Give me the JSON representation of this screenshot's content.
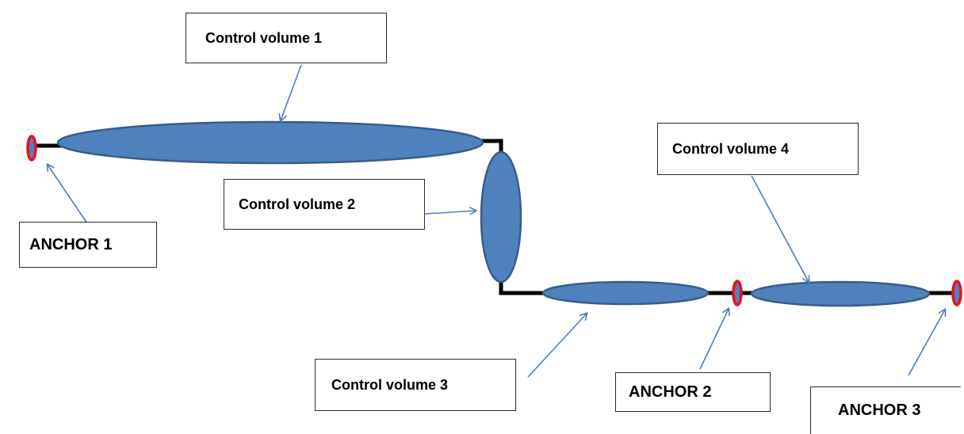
{
  "labels": {
    "control_volume_1": "Control volume 1",
    "control_volume_2": "Control volume 2",
    "control_volume_3": "Control volume 3",
    "control_volume_4": "Control volume 4",
    "anchor_1": "ANCHOR 1",
    "anchor_2": "ANCHOR 2",
    "anchor_3": "ANCHOR 3"
  },
  "colors": {
    "volume_fill": "#4f81bd",
    "volume_stroke": "#385d8a",
    "anchor_ring": "#e8121a",
    "anchor_core": "#4f81bd",
    "pipe": "#000000",
    "arrow": "#4a7ebb"
  }
}
